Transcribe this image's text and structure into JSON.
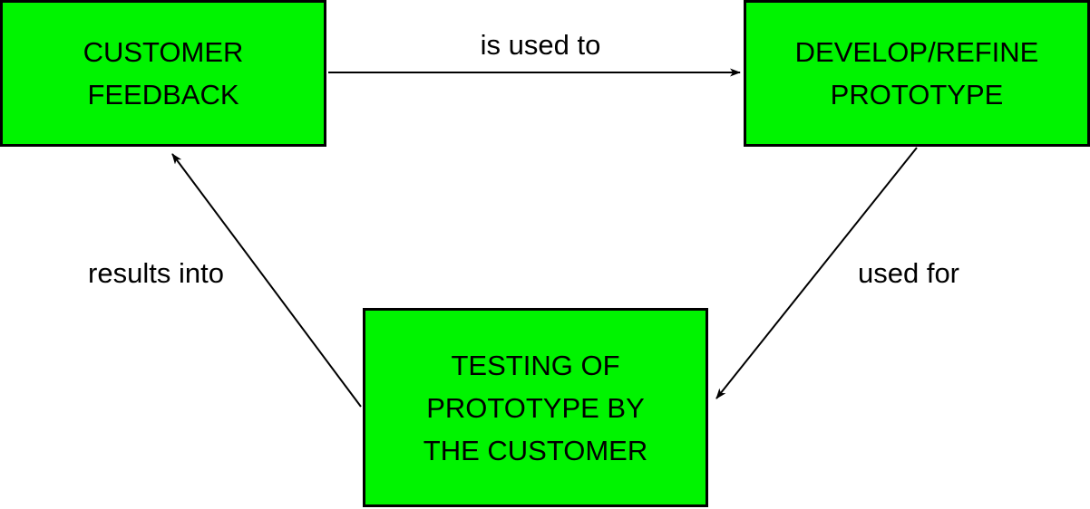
{
  "diagram": {
    "type": "cycle-flow-diagram",
    "background_color": "#ffffff",
    "node_fill_color": "#00f400",
    "node_border_color": "#000000",
    "text_color": "#000000",
    "arrow_color": "#000000",
    "nodes": [
      {
        "id": "customer-feedback",
        "full_label": "CUSTOMER FEEDBACK",
        "lines": [
          "CUSTOMER",
          "FEEDBACK"
        ]
      },
      {
        "id": "develop-refine-prototype",
        "full_label": "DEVELOP/REFINE PROTOTYPE",
        "lines": [
          "DEVELOP/REFINE",
          "PROTOTYPE"
        ]
      },
      {
        "id": "testing-of-prototype-by-the-customer",
        "full_label": "TESTING OF PROTOTYPE BY THE CUSTOMER",
        "lines": [
          "TESTING OF",
          "PROTOTYPE BY",
          "THE CUSTOMER"
        ]
      }
    ],
    "edges": [
      {
        "from": "customer-feedback",
        "to": "develop-refine-prototype",
        "label": "is used to"
      },
      {
        "from": "develop-refine-prototype",
        "to": "testing-of-prototype-by-the-customer",
        "label": "used for"
      },
      {
        "from": "testing-of-prototype-by-the-customer",
        "to": "customer-feedback",
        "label": "results into"
      }
    ]
  }
}
